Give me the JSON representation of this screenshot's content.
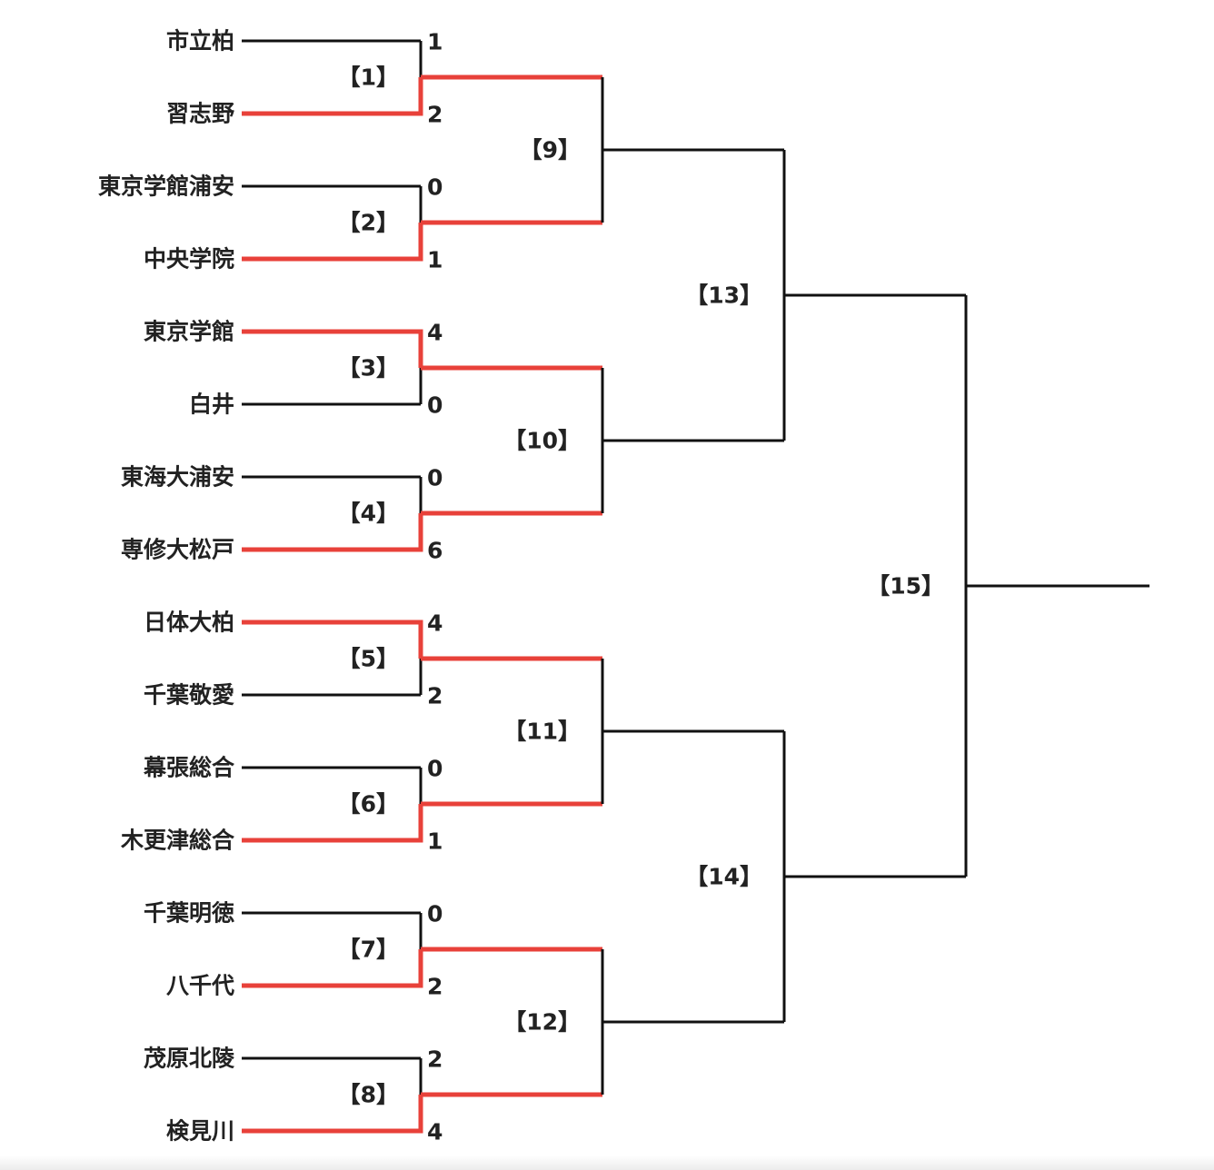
{
  "matches": [
    {
      "label": "【1】",
      "teams": [
        {
          "name": "市立柏",
          "score": "1"
        },
        {
          "name": "習志野",
          "score": "2"
        }
      ],
      "winner": 1
    },
    {
      "label": "【2】",
      "teams": [
        {
          "name": "東京学館浦安",
          "score": "0"
        },
        {
          "name": "中央学院",
          "score": "1"
        }
      ],
      "winner": 1
    },
    {
      "label": "【3】",
      "teams": [
        {
          "name": "東京学館",
          "score": "4"
        },
        {
          "name": "白井",
          "score": "0"
        }
      ],
      "winner": 0
    },
    {
      "label": "【4】",
      "teams": [
        {
          "name": "東海大浦安",
          "score": "0"
        },
        {
          "name": "専修大松戸",
          "score": "6"
        }
      ],
      "winner": 1
    },
    {
      "label": "【5】",
      "teams": [
        {
          "name": "日体大柏",
          "score": "4"
        },
        {
          "name": "千葉敬愛",
          "score": "2"
        }
      ],
      "winner": 0
    },
    {
      "label": "【6】",
      "teams": [
        {
          "name": "幕張総合",
          "score": "0"
        },
        {
          "name": "木更津総合",
          "score": "1"
        }
      ],
      "winner": 1
    },
    {
      "label": "【7】",
      "teams": [
        {
          "name": "千葉明徳",
          "score": "0"
        },
        {
          "name": "八千代",
          "score": "2"
        }
      ],
      "winner": 1
    },
    {
      "label": "【8】",
      "teams": [
        {
          "name": "茂原北陵",
          "score": "2"
        },
        {
          "name": "検見川",
          "score": "4"
        }
      ],
      "winner": 1
    }
  ],
  "later_rounds": [
    [
      "【9】",
      "【10】",
      "【11】",
      "【12】"
    ],
    [
      "【13】",
      "【14】"
    ],
    [
      "【15】"
    ]
  ],
  "colors": {
    "line": "#111111",
    "winner_line": "#e8413a",
    "text": "#222222"
  }
}
